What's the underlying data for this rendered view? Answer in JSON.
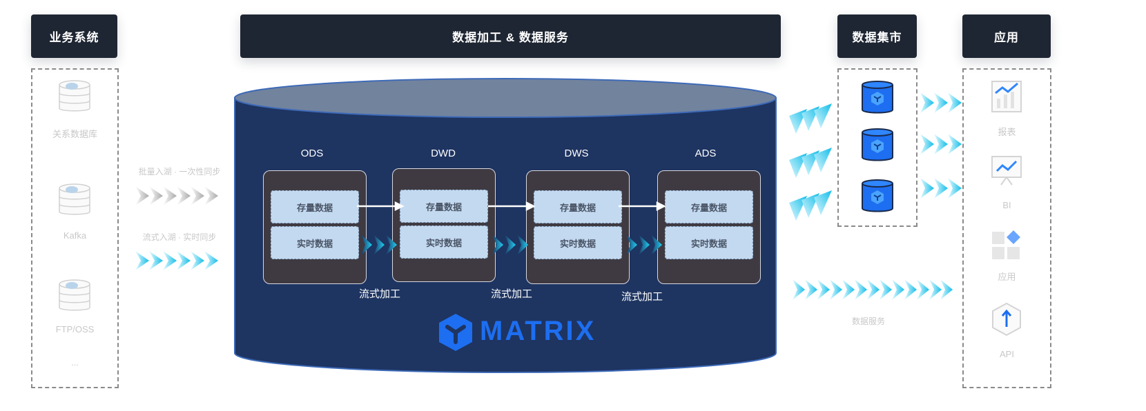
{
  "headers": {
    "source": "业务系统",
    "processing": "数据加工 & 数据服务",
    "mart": "数据集市",
    "apps": "应用"
  },
  "sources": {
    "items": [
      "关系数据库",
      "Kafka",
      "FTP/OSS"
    ],
    "more": "..."
  },
  "ingest": {
    "batch_label": "批量入湖 · 一次性同步",
    "stream_label": "流式入湖 · 实时同步"
  },
  "layers": [
    "ODS",
    "DWD",
    "DWS",
    "ADS"
  ],
  "cells": {
    "stock": "存量数据",
    "realtime": "实时数据"
  },
  "flows": [
    "流式加工",
    "流式加工",
    "流式加工"
  ],
  "brand": "MATRIX",
  "service_label": "数据服务",
  "apps": [
    "报表",
    "BI",
    "应用",
    "API"
  ],
  "colors": {
    "header_bg": "#1f2633",
    "cylinder_body": "#1e3461",
    "cylinder_top": "#72839d",
    "brand_blue": "#1d6ef0",
    "stage_bg": "#3f3a42",
    "cell_bg": "#c3d9f0",
    "arrow_cyan": "#1ec8f0",
    "arrow_gray": "#b5b5b5"
  }
}
